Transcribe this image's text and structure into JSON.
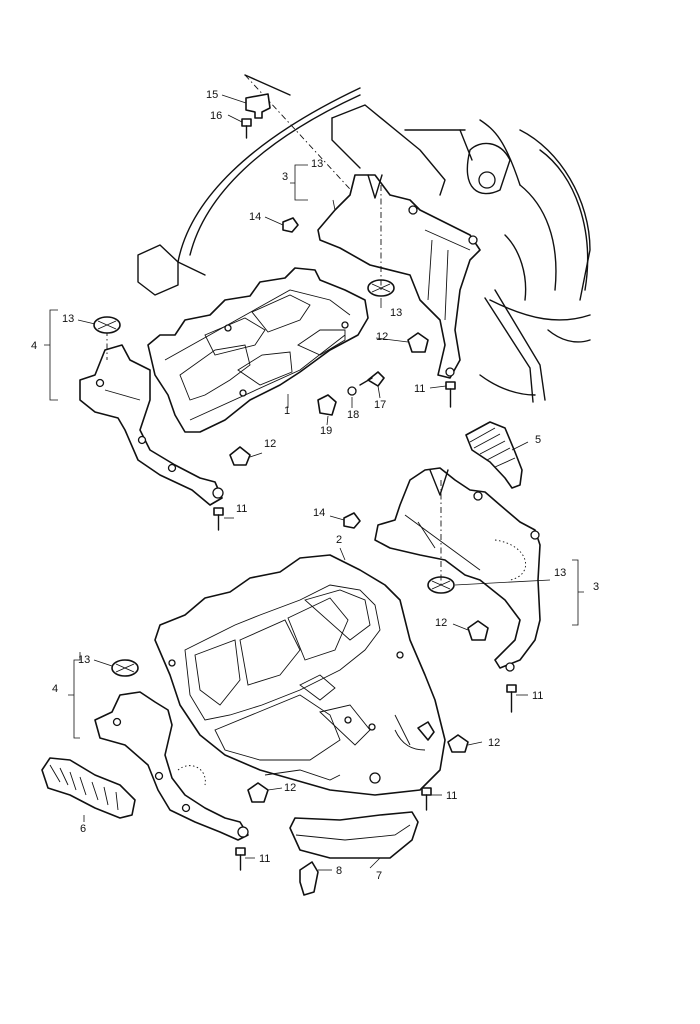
{
  "labels": [
    {
      "id": "lbl-15a",
      "text": "15"
    },
    {
      "id": "lbl-16a",
      "text": "16"
    },
    {
      "id": "lbl-3a",
      "text": "3"
    },
    {
      "id": "lbl-13a",
      "text": "13"
    },
    {
      "id": "lbl-14a",
      "text": "14"
    },
    {
      "id": "lbl-13b",
      "text": "13"
    },
    {
      "id": "lbl-4a",
      "text": "4"
    },
    {
      "id": "lbl-13c",
      "text": "13"
    },
    {
      "id": "lbl-12a",
      "text": "12"
    },
    {
      "id": "lbl-11a",
      "text": "11"
    },
    {
      "id": "lbl-1",
      "text": "1"
    },
    {
      "id": "lbl-19",
      "text": "19"
    },
    {
      "id": "lbl-18",
      "text": "18"
    },
    {
      "id": "lbl-17",
      "text": "17"
    },
    {
      "id": "lbl-12b",
      "text": "12"
    },
    {
      "id": "lbl-11b",
      "text": "11"
    },
    {
      "id": "lbl-5",
      "text": "5"
    },
    {
      "id": "lbl-14b",
      "text": "14"
    },
    {
      "id": "lbl-2",
      "text": "2"
    },
    {
      "id": "lbl-13d",
      "text": "13"
    },
    {
      "id": "lbl-3b",
      "text": "3"
    },
    {
      "id": "lbl-12c",
      "text": "12"
    },
    {
      "id": "lbl-11c",
      "text": "11"
    },
    {
      "id": "lbl-13e",
      "text": "13"
    },
    {
      "id": "lbl-4b",
      "text": "4"
    },
    {
      "id": "lbl-12d",
      "text": "12"
    },
    {
      "id": "lbl-12e",
      "text": "12"
    },
    {
      "id": "lbl-11d",
      "text": "11"
    },
    {
      "id": "lbl-6",
      "text": "6"
    },
    {
      "id": "lbl-11e",
      "text": "11"
    },
    {
      "id": "lbl-8",
      "text": "8"
    },
    {
      "id": "lbl-7",
      "text": "7"
    }
  ],
  "icons": [
    "screw-icon",
    "clip-nut-icon",
    "expansion-rivet-icon",
    "bracket-icon"
  ]
}
